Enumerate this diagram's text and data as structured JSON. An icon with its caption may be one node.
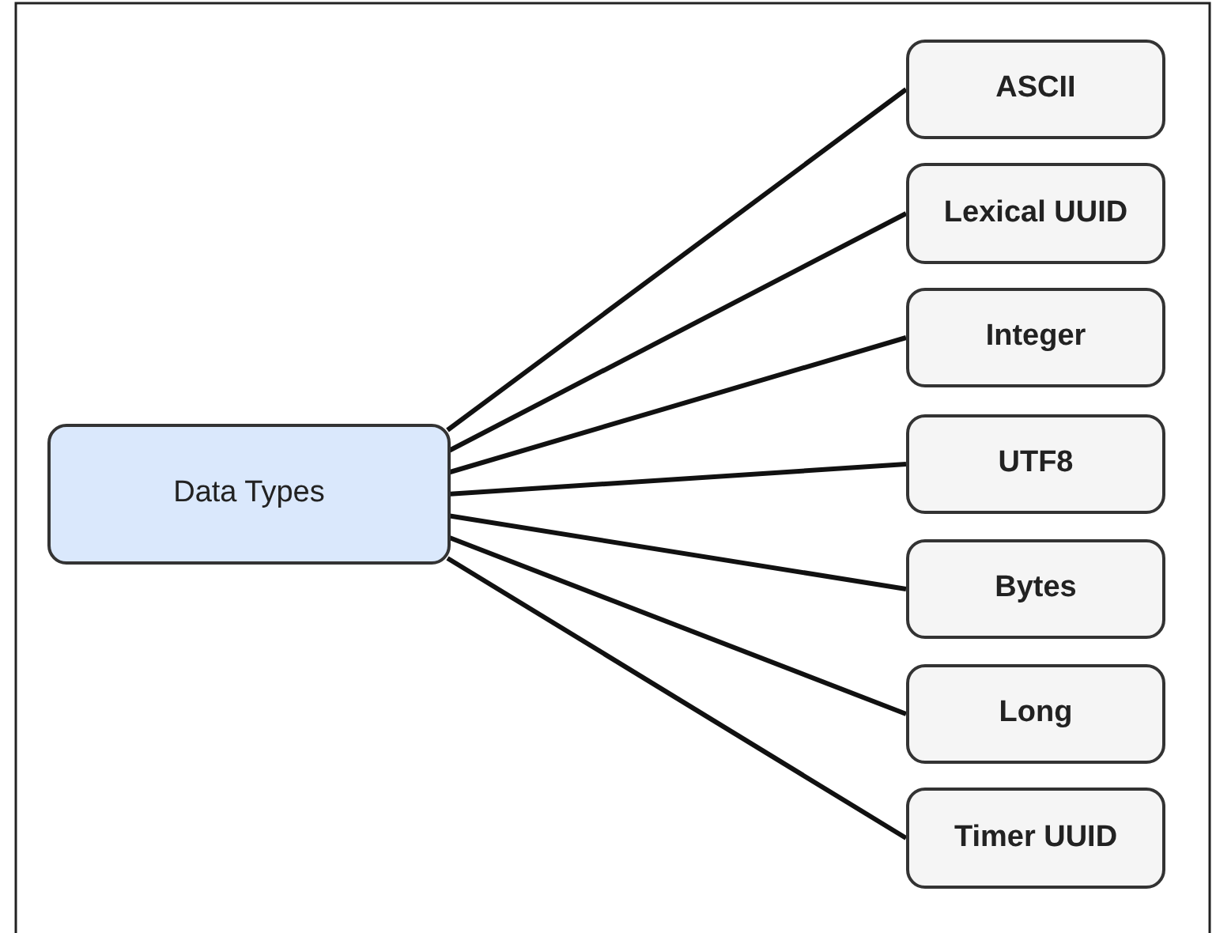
{
  "diagram": {
    "nodes": [
      {
        "text": [
          "Data Types"
        ]
      },
      {
        "text": [
          "ASCII"
        ]
      },
      {
        "text": [
          "Lexical UUID"
        ]
      },
      {
        "text": [
          "Integer"
        ]
      },
      {
        "text": [
          "UTF8"
        ]
      },
      {
        "text": [
          "Bytes"
        ]
      },
      {
        "text": [
          "Long"
        ]
      },
      {
        "text": [
          "Timer UUID"
        ]
      }
    ],
    "edges": [
      {
        "from": 0,
        "to": 1,
        "arrow": "none"
      },
      {
        "from": 0,
        "to": 2,
        "arrow": "none"
      },
      {
        "from": 0,
        "to": 3,
        "arrow": "none"
      },
      {
        "from": 0,
        "to": 4,
        "arrow": "none"
      },
      {
        "from": 0,
        "to": 5,
        "arrow": "none"
      },
      {
        "from": 0,
        "to": 6,
        "arrow": "none"
      },
      {
        "from": 0,
        "to": 7,
        "arrow": "none"
      }
    ]
  }
}
